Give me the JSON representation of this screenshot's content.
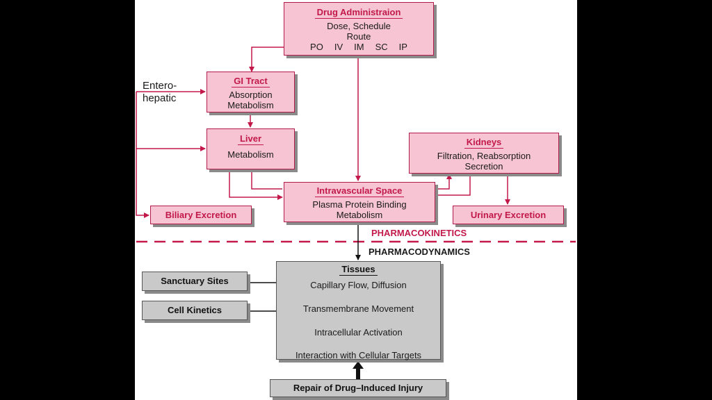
{
  "drug_administration": {
    "title": "Drug Administraion",
    "line1": "Dose, Schedule",
    "line2": "Route",
    "routes": [
      "PO",
      "IV",
      "IM",
      "SC",
      "IP"
    ]
  },
  "gi_tract": {
    "title": "GI Tract",
    "line1": "Absorption",
    "line2": "Metabolism"
  },
  "liver": {
    "title": "Liver",
    "line1": "Metabolism"
  },
  "kidneys": {
    "title": "Kidneys",
    "line1": "Filtration, Reabsorption",
    "line2": "Secretion"
  },
  "intravascular": {
    "title": "Intravascular Space",
    "line1": "Plasma Protein Binding",
    "line2": "Metabolism"
  },
  "biliary": {
    "label": "Biliary Excretion"
  },
  "urinary": {
    "label": "Urinary Excretion"
  },
  "enterohepatic": {
    "line1": "Entero-",
    "line2": "hepatic"
  },
  "section_labels": {
    "pharmacokinetics": "PHARMACOKINETICS",
    "pharmacodynamics": "PHARMACODYNAMICS"
  },
  "tissues": {
    "title": "Tissues",
    "steps": [
      "Capillary Flow, Diffusion",
      "Transmembrane Movement",
      "Intracellular Activation",
      "Interaction with Cellular Targets"
    ]
  },
  "sanctuary": {
    "label": "Sanctuary Sites"
  },
  "cell_kinetics": {
    "label": "Cell Kinetics"
  },
  "repair": {
    "label": "Repair of Drug–Induced Injury"
  },
  "colors": {
    "pink_fill": "#f6c4d2",
    "pink_border": "#b21a49",
    "gray_fill": "#c9c9c9",
    "text_red": "#c2184a"
  }
}
